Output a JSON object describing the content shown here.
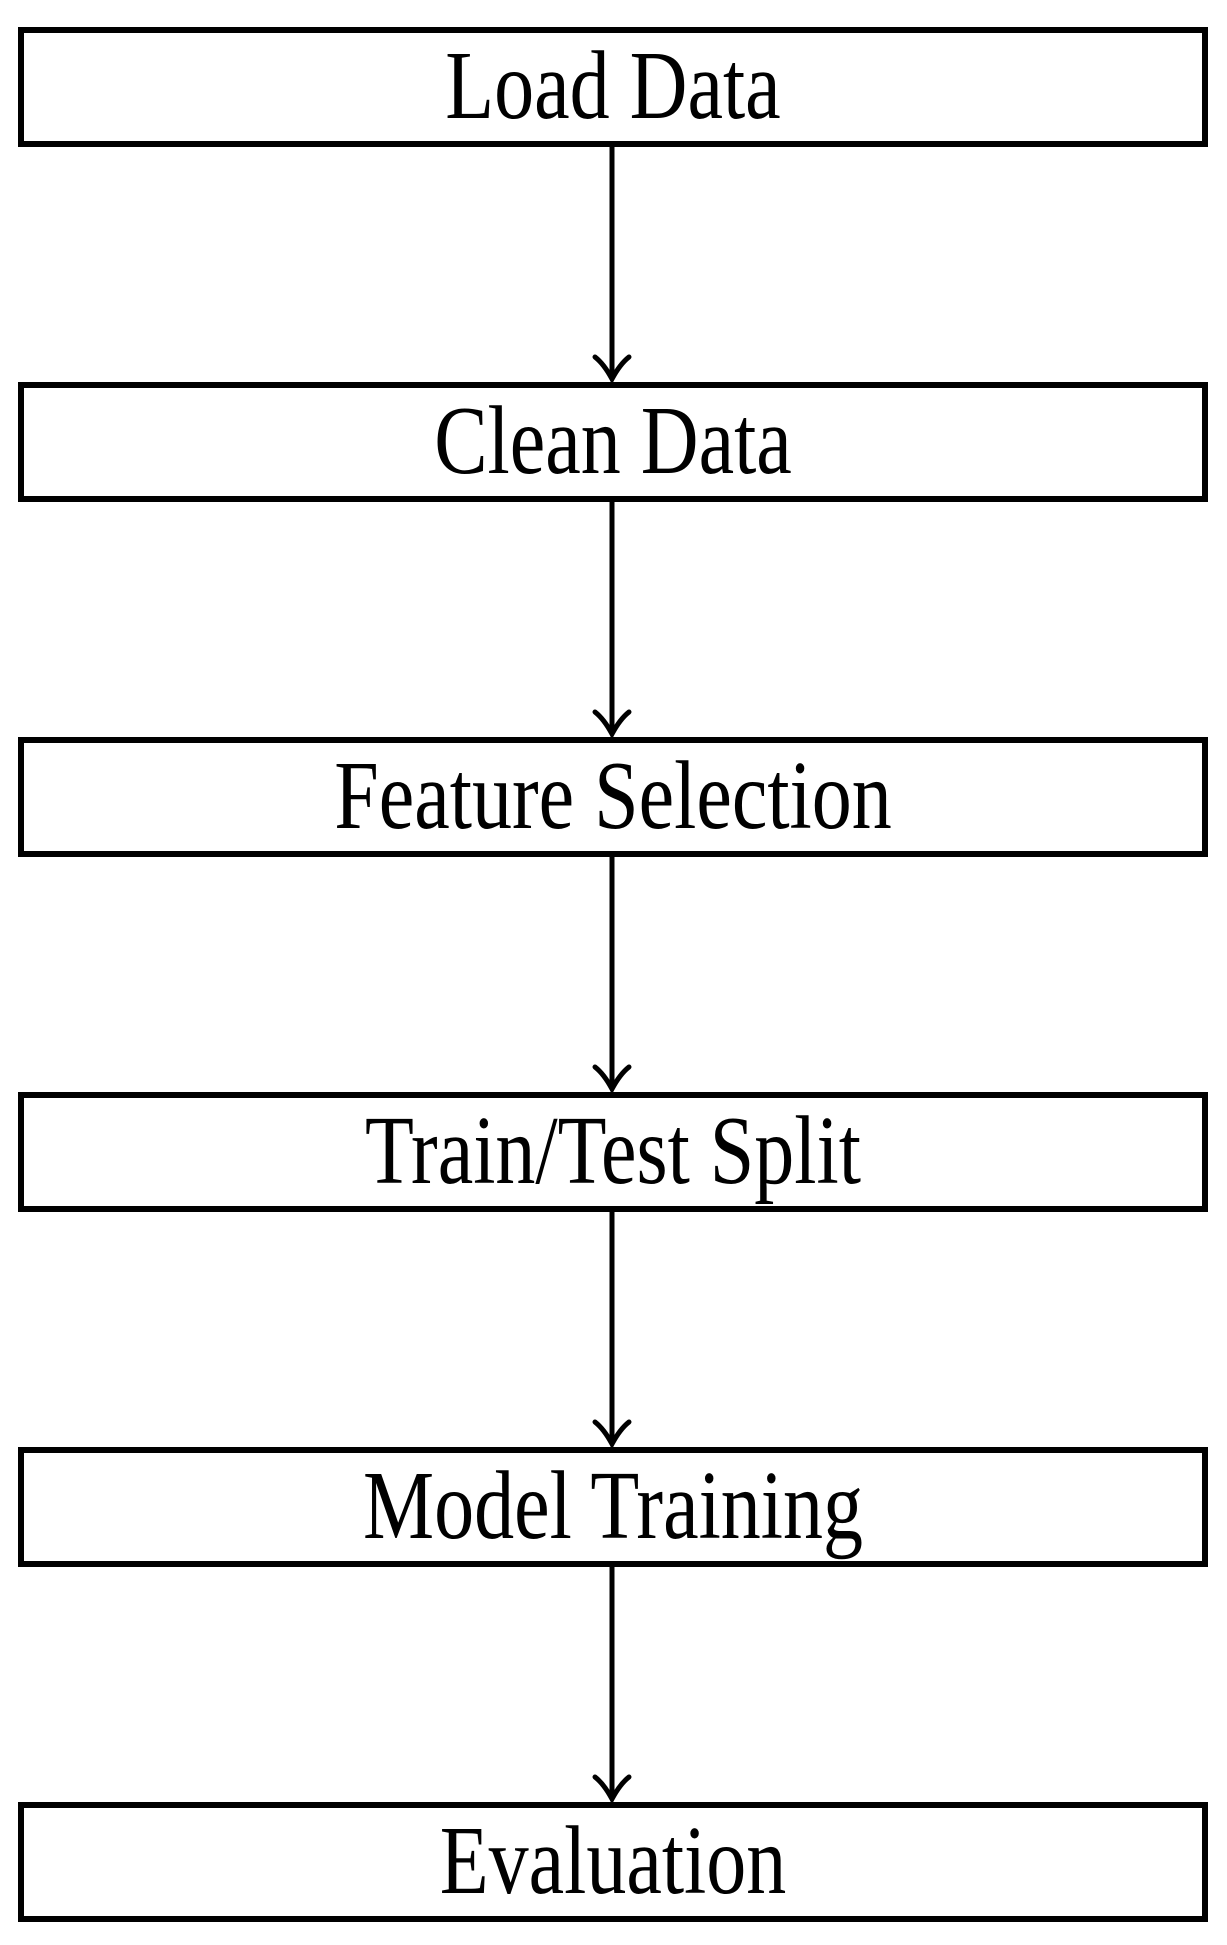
{
  "diagram": {
    "type": "flowchart",
    "direction": "top-down",
    "background": "#ffffff"
  },
  "steps": [
    {
      "label": "Load Data"
    },
    {
      "label": "Clean Data"
    },
    {
      "label": "Feature Selection"
    },
    {
      "label": "Train/Test Split"
    },
    {
      "label": "Model Training"
    },
    {
      "label": "Evaluation"
    }
  ],
  "connections": [
    {
      "from": "Load Data",
      "to": "Clean Data"
    },
    {
      "from": "Clean Data",
      "to": "Feature Selection"
    },
    {
      "from": "Feature Selection",
      "to": "Train/Test Split"
    },
    {
      "from": "Train/Test Split",
      "to": "Model Training"
    },
    {
      "from": "Model Training",
      "to": "Evaluation"
    }
  ],
  "colors": {
    "box_border": "#000000",
    "box_fill": "#ffffff",
    "text": "#000000",
    "arrow": "#000000"
  }
}
